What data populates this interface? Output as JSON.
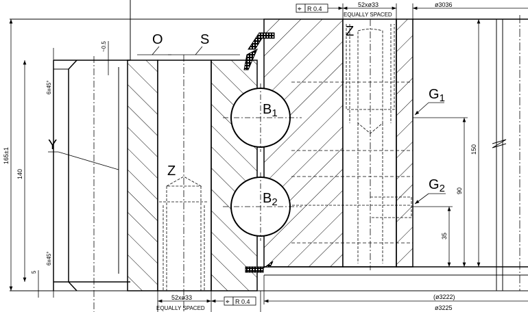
{
  "drawing": {
    "type": "slewing bearing cross-section",
    "component_labels": {
      "O": "O",
      "S": "S",
      "Y": "Y",
      "Z_inner": "Z",
      "Z_outer": "Z",
      "B1_main": "B",
      "B1_sub": "1",
      "B2_main": "B",
      "B2_sub": "2",
      "G1_main": "G",
      "G1_sub": "1",
      "G2_main": "G",
      "G2_sub": "2"
    },
    "top_annotations": {
      "tolerance_symbol": "⌖",
      "tolerance_value": "R 0.4",
      "holes": "52xø33",
      "holes_note": "EQUALLY SPACED",
      "outer_diameter": "ø3036"
    },
    "bottom_annotations": {
      "holes": "52xø33",
      "holes_note": "EQUALLY SPACED",
      "tolerance_symbol": "⌖",
      "tolerance_value": "R 0.4",
      "ref_diameter": "(ø3222)",
      "diameter": "ø3225"
    },
    "left_dimensions": {
      "overall_height": "165±1",
      "inner_height": "140",
      "chamfer_top": "6x45°",
      "chamfer_bottom": "6x45°",
      "gap_top": "~0.5",
      "gap_bottom": "5"
    },
    "right_dimensions": {
      "height_150": "150",
      "height_90": "90",
      "height_35": "35"
    }
  }
}
